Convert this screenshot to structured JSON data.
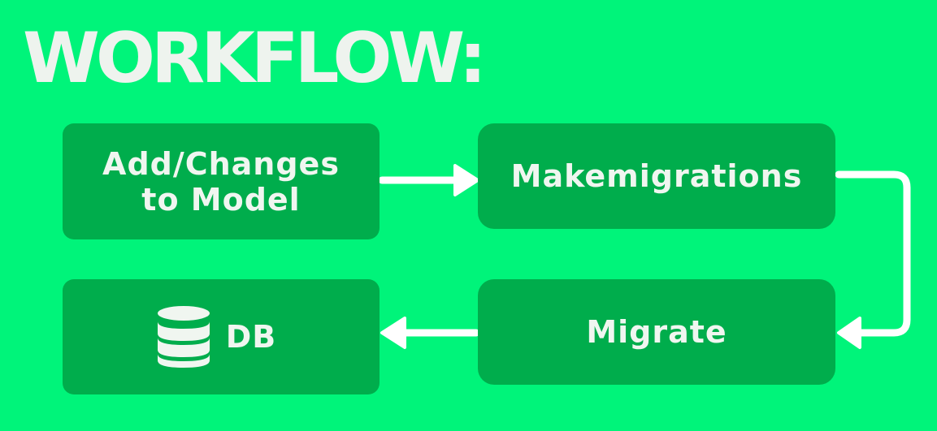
{
  "title": "WORKFLOW:",
  "steps": {
    "add_changes": {
      "line1": "Add/Changes",
      "line2": "to Model"
    },
    "makemigrations": {
      "label": "Makemigrations"
    },
    "migrate": {
      "label": "Migrate"
    },
    "db": {
      "label": "DB",
      "icon": "database-icon"
    }
  },
  "colors": {
    "background": "#00f47a",
    "box": "#00ad4c",
    "text": "#f0f6f0",
    "arrow": "#ffffff"
  }
}
